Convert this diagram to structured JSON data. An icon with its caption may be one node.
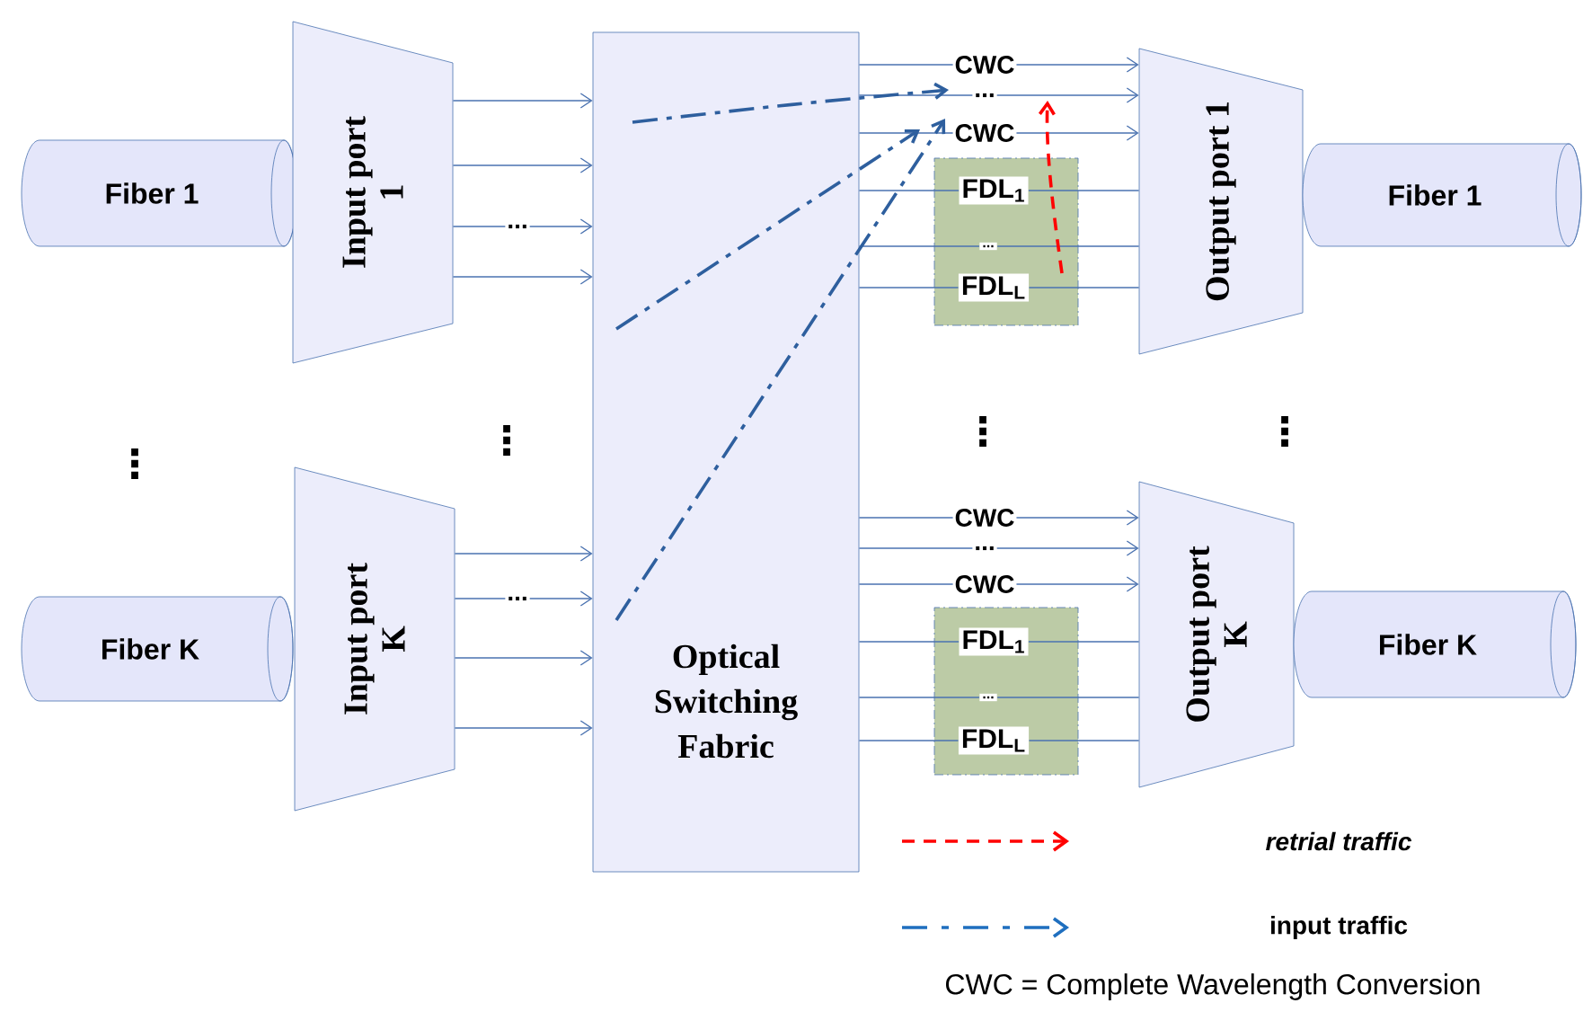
{
  "diagram": {
    "nodes": [
      {
        "text": [
          "Fiber 1"
        ]
      },
      {
        "text": [
          "Input port 1"
        ]
      },
      {
        "text": [
          "Fiber K"
        ]
      },
      {
        "text": [
          "Input port K"
        ]
      },
      {
        "text": [
          "Optical Switching Fabric"
        ]
      },
      {
        "text": [],
        "shape": "box"
      },
      {
        "text": [
          "FDL$_{1}$"
        ],
        "in": 5
      },
      {
        "text": [
          "..."
        ],
        "in": 5
      },
      {
        "text": [
          "FDL$_{L}$"
        ],
        "in": 5
      },
      {
        "text": [
          "Output port 1"
        ]
      },
      {
        "text": [
          "Fiber 1"
        ]
      },
      {
        "text": [],
        "shape": "box"
      },
      {
        "text": [
          "FDL$_{1}$"
        ],
        "in": 11
      },
      {
        "text": [
          "..."
        ],
        "in": 11
      },
      {
        "text": [
          "FDL$_{L}$"
        ],
        "in": 11
      },
      {
        "text": [
          "Output port K"
        ]
      },
      {
        "text": [
          "Fiber K"
        ]
      }
    ],
    "edges": [
      {
        "from": 1,
        "to": 4,
        "arrow": "to"
      },
      {
        "from": 1,
        "to": 4,
        "arrow": "to"
      },
      {
        "from": 1,
        "to": 4,
        "arrow": "to",
        "label": "..."
      },
      {
        "from": 1,
        "to": 4,
        "arrow": "to"
      },
      {
        "from": 3,
        "to": 4,
        "arrow": "to"
      },
      {
        "from": 3,
        "to": 4,
        "arrow": "to",
        "label": "..."
      },
      {
        "from": 3,
        "to": 4,
        "arrow": "to"
      },
      {
        "from": 3,
        "to": 4,
        "arrow": "to"
      },
      {
        "from": 4,
        "to": 9,
        "arrow": "to",
        "label": "CWC"
      },
      {
        "from": 4,
        "to": 9,
        "arrow": "to",
        "label": "..."
      },
      {
        "from": 4,
        "to": 9,
        "arrow": "to",
        "label": "CWC"
      },
      {
        "from": 4,
        "to": 6,
        "arrow": "none"
      },
      {
        "from": 6,
        "to": 9,
        "arrow": "none"
      },
      {
        "from": 4,
        "to": 7,
        "arrow": "none"
      },
      {
        "from": 7,
        "to": 9,
        "arrow": "none"
      },
      {
        "from": 4,
        "to": 8,
        "arrow": "none"
      },
      {
        "from": 8,
        "to": 9,
        "arrow": "none"
      },
      {
        "from": 4,
        "to": 15,
        "arrow": "to",
        "label": "CWC"
      },
      {
        "from": 4,
        "to": 15,
        "arrow": "to",
        "label": "..."
      },
      {
        "from": 4,
        "to": 15,
        "arrow": "to",
        "label": "CWC"
      },
      {
        "from": 4,
        "to": 12,
        "arrow": "none"
      },
      {
        "from": 12,
        "to": 15,
        "arrow": "none"
      },
      {
        "from": 4,
        "to": 13,
        "arrow": "none"
      },
      {
        "from": 13,
        "to": 15,
        "arrow": "none"
      },
      {
        "from": 4,
        "to": 14,
        "arrow": "none"
      },
      {
        "from": 14,
        "to": 15,
        "arrow": "none"
      },
      {
        "from": 4,
        "to": null,
        "arrow": "to",
        "style": "dashed",
        "color": "#2e5f9e"
      },
      {
        "from": 4,
        "to": null,
        "arrow": "to",
        "style": "dashed",
        "color": "#2e5f9e"
      },
      {
        "from": 4,
        "to": null,
        "arrow": "to",
        "style": "dashed",
        "color": "#2e5f9e"
      },
      {
        "from": 5,
        "to": null,
        "arrow": "to",
        "style": "dashed",
        "color": "#ff0000"
      }
    ],
    "labels": [
      "⋮",
      "⋮",
      "⋮",
      "⋮",
      "CWC = Complete Wavelength Conversion"
    ],
    "legend": [
      {
        "text": "retrial traffic"
      },
      {
        "text": "input traffic"
      }
    ]
  }
}
